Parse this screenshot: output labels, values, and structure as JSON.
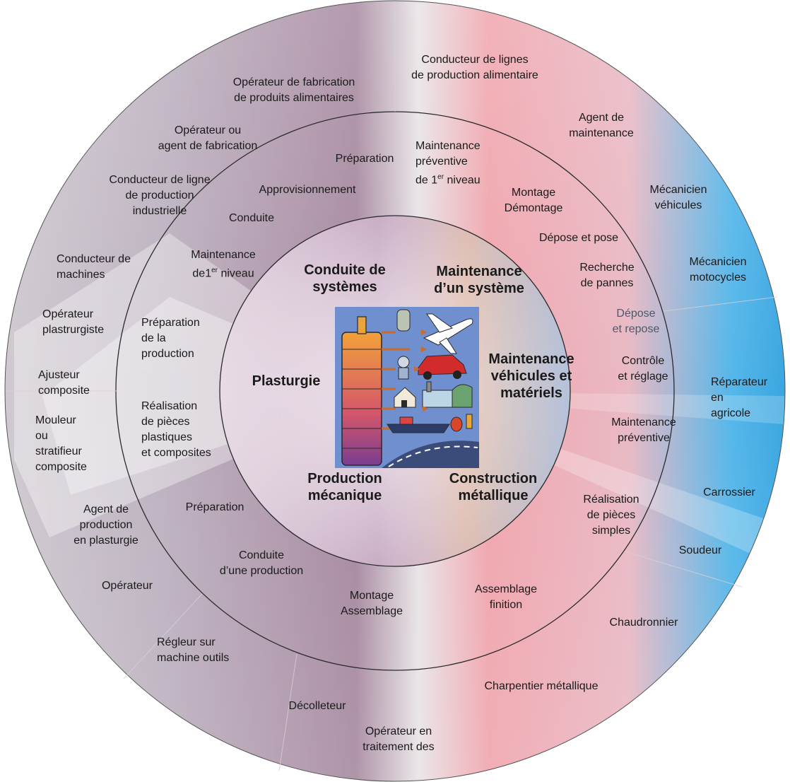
{
  "colors": {
    "outer_ring_left": "#c9c3cc",
    "outer_ring_right_pink": "#f2a3ab",
    "outer_ring_blue": "#46b4ea",
    "inner_plum": "#a98ea6",
    "core_bg": "#d9c9d6"
  },
  "sectors": [
    {
      "key": "conduite",
      "label": "Conduite de\nsystèmes"
    },
    {
      "key": "maintenance-systeme",
      "label": "Maintenance\nd’un système"
    },
    {
      "key": "plasturgie",
      "label": "Plasturgie"
    },
    {
      "key": "maintenance-vehicules",
      "label": "Maintenance\nvéhicules et\nmatériels"
    },
    {
      "key": "production-mecanique",
      "label": "Production\nmécanique"
    },
    {
      "key": "construction-metallique",
      "label": "Construction\nmétallique"
    }
  ],
  "activities": [
    "Préparation",
    "Maintenance\npréventive\nde 1er niveau",
    "Approvisionnement",
    "Montage\nDémontage",
    "Conduite",
    "Dépose et pose",
    "Maintenance\nde1er niveau",
    "Recherche\nde pannes",
    "Préparation\nde la\nproduction",
    "Dépose\net repose",
    "Contrôle\net réglage",
    "Réalisation\nde pièces\nplastiques\net composites",
    "Maintenance\npréventive",
    "Préparation",
    "Réalisation\nde pièces\nsimples",
    "Conduite\nd’une production",
    "Montage\nAssemblage",
    "Assemblage\nfinition"
  ],
  "jobs": [
    "Conducteur de lignes\nde production alimentaire",
    "Opérateur de fabrication\nde produits alimentaires",
    "Agent de\nmaintenance",
    "Opérateur ou\nagent de fabrication",
    "Conducteur de ligne\nde production\nindustrielle",
    "Mécanicien\nvéhicules",
    "Conducteur de\nmachines",
    "Mécanicien\nmotocycles",
    "Opérateur\nplastrurgiste",
    "Ajusteur\ncomposite",
    "Réparateur\nen\nagricole",
    "Mouleur\nou\nstratifieur\ncomposite",
    "Carrossier",
    "Agent de\nproduction\nen plasturgie",
    "Soudeur",
    "Opérateur",
    "Chaudronnier",
    "Régleur sur\nmachine outils",
    "Charpentier métallique",
    "Décolleteur",
    "Opérateur en\ntraitement des"
  ]
}
